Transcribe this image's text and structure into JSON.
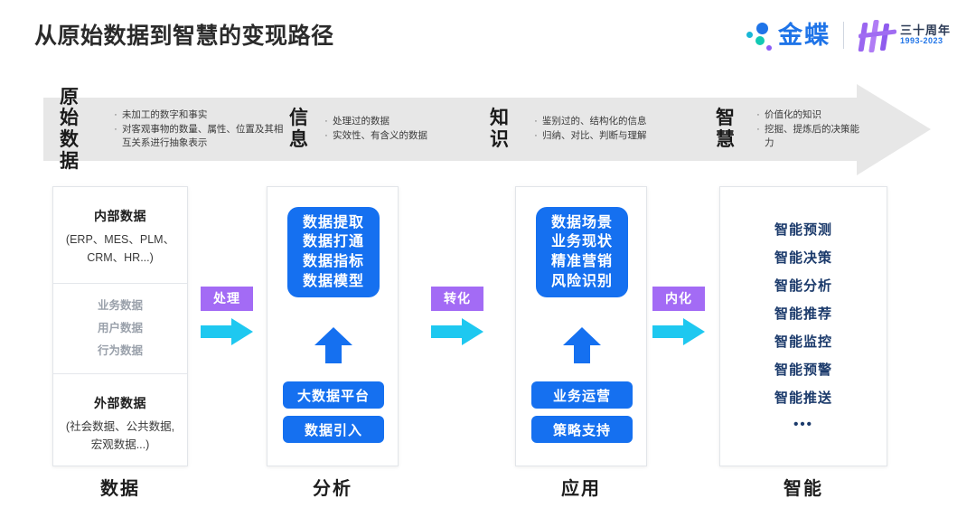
{
  "header": {
    "title": "从原始数据到智慧的变现路径",
    "brand_name": "金蝶",
    "anniversary_cn": "三十周年",
    "anniversary_years": "1993-2023"
  },
  "band": {
    "cells": [
      {
        "title": "原始\n数据",
        "bullets": [
          "未加工的数字和事实",
          "对客观事物的数量、属性、位置及其相互关系进行抽象表示"
        ]
      },
      {
        "title": "信\n息",
        "bullets": [
          "处理过的数据",
          "实效性、有含义的数据"
        ]
      },
      {
        "title": "知\n识",
        "bullets": [
          "鉴别过的、结构化的信息",
          "归纳、对比、判断与理解"
        ]
      },
      {
        "title": "智\n慧",
        "bullets": [
          "价值化的知识",
          "挖掘、提炼后的决策能力"
        ]
      }
    ]
  },
  "columns": [
    {
      "label": "数据",
      "internal_head": "内部数据",
      "internal_sub": "(ERP、MES、PLM、\nCRM、HR...)",
      "middle_items": [
        "业务数据",
        "用户数据",
        "行为数据"
      ],
      "external_head": "外部数据",
      "external_sub": "(社会数据、公共数据,\n宏观数据...)"
    },
    {
      "label": "分析",
      "card_lines": "数据提取\n数据打通\n数据指标\n数据模型",
      "pills": [
        "大数据平台",
        "数据引入"
      ]
    },
    {
      "label": "应用",
      "card_lines": "数据场景\n业务现状\n精准营销\n风险识别",
      "pills": [
        "业务运营",
        "策略支持"
      ]
    },
    {
      "label": "智能",
      "items": [
        "智能预测",
        "智能决策",
        "智能分析",
        "智能推荐",
        "智能监控",
        "智能预警",
        "智能推送"
      ],
      "ellipsis": "•••"
    }
  ],
  "connectors": [
    {
      "label": "处理"
    },
    {
      "label": "转化"
    },
    {
      "label": "内化"
    }
  ],
  "colors": {
    "blue": "#1570f0",
    "purple": "#a36bf5",
    "cyan": "#1ec8f0",
    "navy": "#1b3a6b",
    "band_gray": "#e7e7e7"
  }
}
